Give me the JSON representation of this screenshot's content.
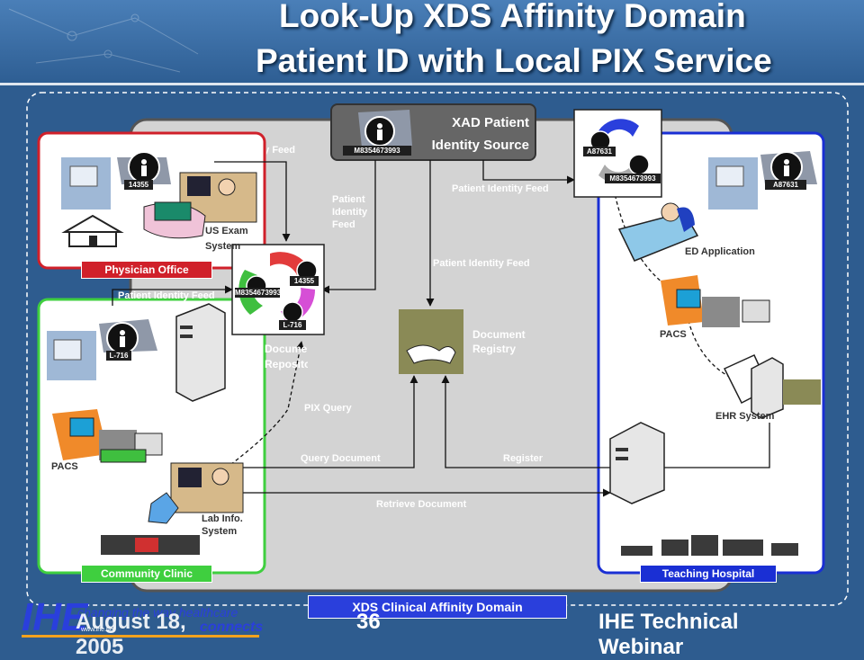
{
  "title": {
    "line1": "Look-Up XDS Affinity Domain",
    "line2": "Patient ID with Local PIX Service"
  },
  "domain_tab": "XDS Clinical Affinity Domain",
  "physician_office": {
    "tab": "Physician Office",
    "patient_id": "14355",
    "us_exam_label": "US Exam System",
    "feed_label": "Patient Identity Feed"
  },
  "community_clinic": {
    "tab": "Community Clinic",
    "patient_id": "L-716",
    "pacs_label": "PACS",
    "lab_label": "Lab Info. System",
    "repository_label": "Document Repository",
    "feed_label": "Patient Identity Feed"
  },
  "teaching_hospital": {
    "tab": "Teaching Hospital",
    "patient_id": "A87631",
    "ed_label": "ED Application",
    "pacs_label": "PACS",
    "ehr_label": "EHR System"
  },
  "xad_source": {
    "label": "XAD Patient Identity Source",
    "patient_id": "M8354673993"
  },
  "pix_local": {
    "ids": [
      "M8354673993",
      "14355",
      "L-716"
    ]
  },
  "pix_hospital": {
    "ids": [
      "A87631",
      "M8354673993"
    ]
  },
  "registry": {
    "label": "Document Registry"
  },
  "flows": {
    "feed_office": "Patient Identity Feed",
    "feed_xad": "Patient Identity Feed",
    "feed_hospital": "Patient Identity Feed",
    "feed_registry": "Patient Identity Feed",
    "pix_query": "PIX Query",
    "query_document": "Query Document",
    "register": "Register",
    "retrieve_document": "Retrieve Document"
  },
  "footer": {
    "date": "August 18, 2005",
    "page": "36",
    "webinar": "IHE Technical Webinar",
    "logo_text": "IHE",
    "tagline1": "changing the way healthcare",
    "tagline2": "connects",
    "url": "www.ihe.net"
  },
  "colors": {
    "background": "#2e5c8f",
    "office_border": "#d0202a",
    "clinic_border": "#3fcf3f",
    "hospital_border": "#1a2fd4",
    "domain_panel": "#d3d3d3"
  }
}
